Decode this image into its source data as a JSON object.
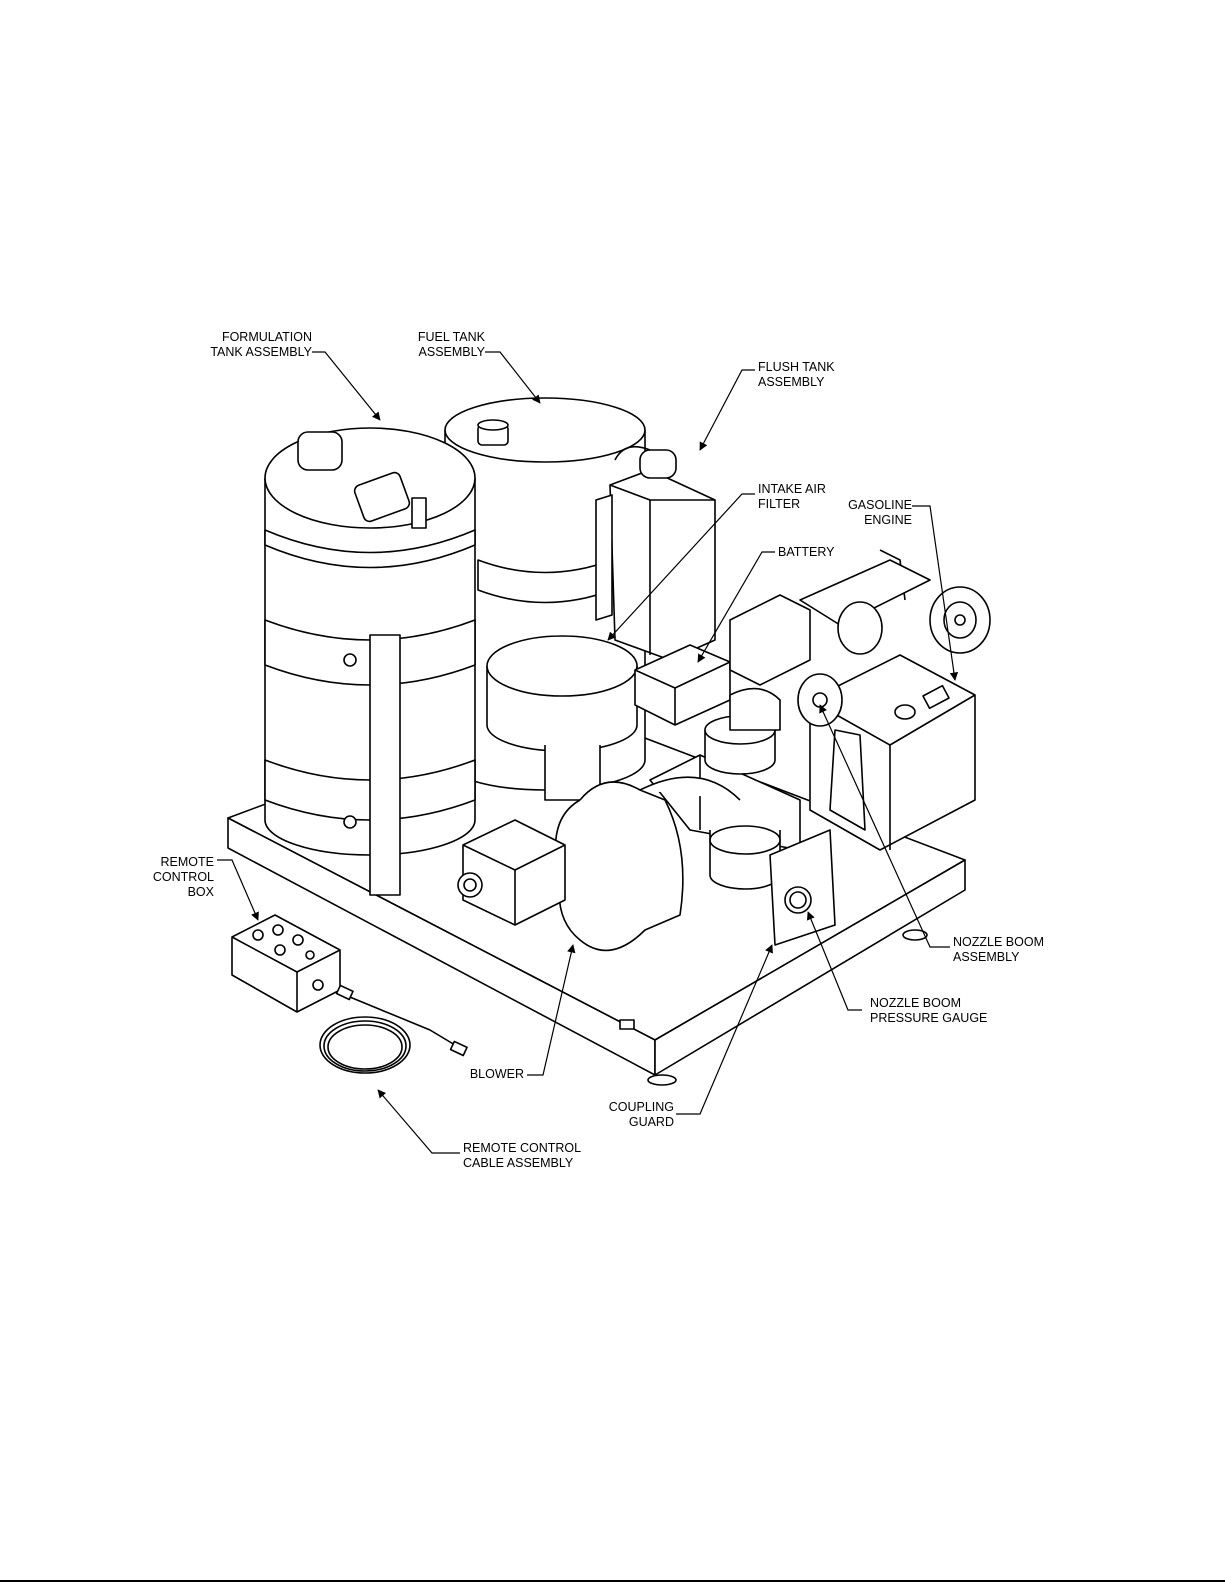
{
  "labels": {
    "formulation_tank": [
      "FORMULATION",
      "TANK ASSEMBLY"
    ],
    "fuel_tank": [
      "FUEL TANK",
      "ASSEMBLY"
    ],
    "flush_tank": [
      "FLUSH TANK",
      "ASSEMBLY"
    ],
    "intake_air_filter": [
      "INTAKE AIR",
      "FILTER"
    ],
    "battery": [
      "BATTERY"
    ],
    "gasoline_engine": [
      "GASOLINE",
      "ENGINE"
    ],
    "remote_control_box": [
      "REMOTE",
      "CONTROL",
      "BOX"
    ],
    "nozzle_boom_assembly": [
      "NOZZLE BOOM",
      "ASSEMBLY"
    ],
    "nozzle_boom_pressure_gauge": [
      "NOZZLE BOOM",
      "PRESSURE GAUGE"
    ],
    "blower": [
      "BLOWER"
    ],
    "coupling_guard": [
      "COUPLING",
      "GUARD"
    ],
    "remote_control_cable": [
      "REMOTE CONTROL",
      "CABLE ASSEMBLY"
    ]
  }
}
